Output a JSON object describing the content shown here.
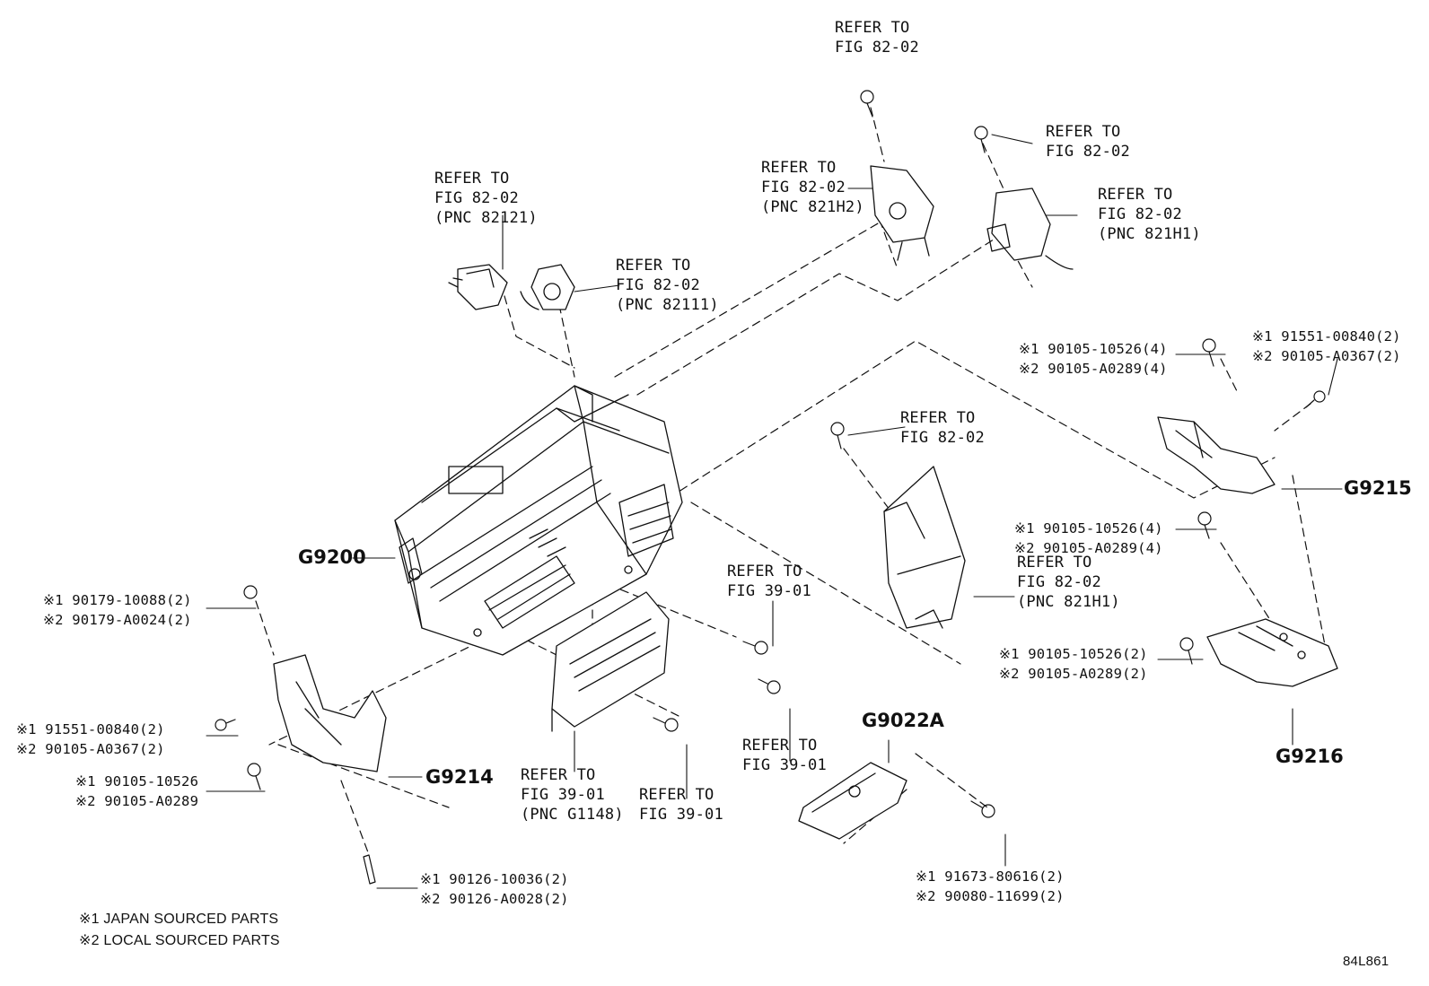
{
  "refer_labels": {
    "top": [
      "REFER TO",
      "FIG 82-02"
    ],
    "top_right_bolt": [
      "REFER TO",
      "FIG 82-02"
    ],
    "pnc_82121": [
      "REFER TO",
      "FIG 82-02",
      "(PNC 82121)"
    ],
    "pnc_82111": [
      "REFER TO",
      "FIG 82-02",
      "(PNC 82111)"
    ],
    "pnc_821h2": [
      "REFER TO",
      "FIG 82-02",
      "(PNC 821H2)"
    ],
    "pnc_821h1_top": [
      "REFER TO",
      "FIG 82-02",
      "(PNC 821H1)"
    ],
    "mid_bolt": [
      "REFER TO",
      "FIG 82-02"
    ],
    "pnc_821h1_mid": [
      "REFER TO",
      "FIG 82-02",
      "(PNC 821H1)"
    ],
    "fig39_a": [
      "REFER TO",
      "FIG 39-01"
    ],
    "fig39_b": [
      "REFER TO",
      "FIG 39-01"
    ],
    "pnc_g1148": [
      "REFER TO",
      "FIG 39-01",
      "(PNC G1148)"
    ],
    "fig39_c": [
      "REFER TO",
      "FIG 39-01"
    ]
  },
  "parts": {
    "g9200": "G9200",
    "g9214": "G9214",
    "g9215": "G9215",
    "g9216": "G9216",
    "g9022a": "G9022A"
  },
  "part_numbers": {
    "set_a": [
      "※1 90179-10088(2)",
      "※2 90179-A0024(2)"
    ],
    "set_b": [
      "※1 91551-00840(2)",
      "※2 90105-A0367(2)"
    ],
    "set_c": [
      "※1 90105-10526",
      "※2 90105-A0289"
    ],
    "set_d": [
      "※1 90126-10036(2)",
      "※2 90126-A0028(2)"
    ],
    "set_e": [
      "※1 90105-10526(4)",
      "※2 90105-A0289(4)"
    ],
    "set_f": [
      "※1 91551-00840(2)",
      "※2 90105-A0367(2)"
    ],
    "set_g": [
      "※1 90105-10526(4)",
      "※2 90105-A0289(4)"
    ],
    "set_h": [
      "※1 90105-10526(2)",
      "※2 90105-A0289(2)"
    ],
    "set_i": [
      "※1 91673-80616(2)",
      "※2 90080-11699(2)"
    ]
  },
  "notes": [
    "※1 JAPAN SOURCED PARTS",
    "※2 LOCAL SOURCED PARTS"
  ],
  "illustration_code": "84L861",
  "colors": {
    "ink": "#111111",
    "paper": "#ffffff"
  }
}
